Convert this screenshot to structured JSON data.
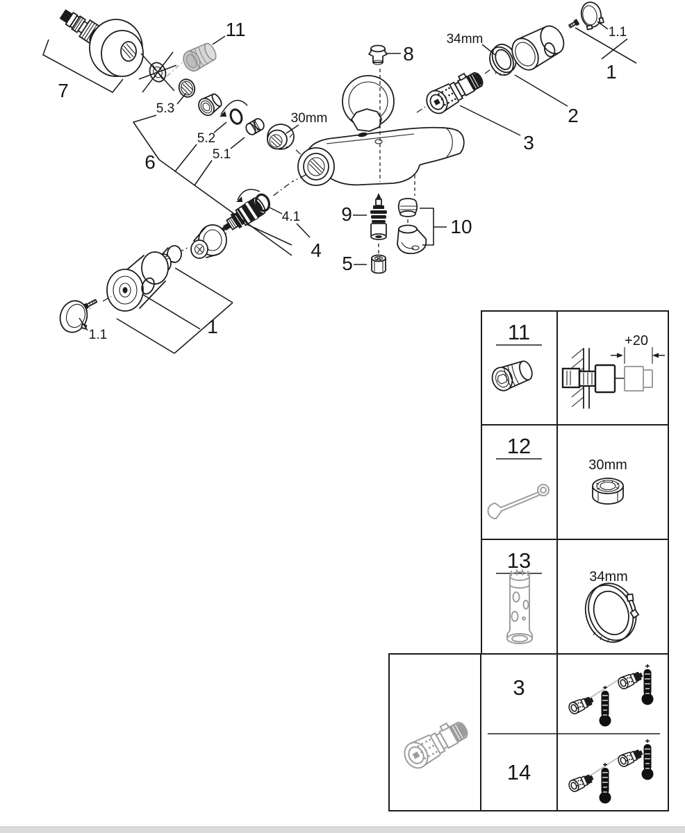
{
  "page": {
    "background": "#ffffff",
    "bottom_bar_color": "#dbdbdb"
  },
  "diagram": {
    "kind": "exploded-parts-diagram",
    "subject": "wall-mounted thermostatic bath/shower mixer",
    "labels": {
      "part7": "7",
      "part11": "11",
      "part5_3": "5.3",
      "part5_2": "5.2",
      "part5_1": "5.1",
      "part6": "6",
      "dim30": "30mm",
      "part8": "8",
      "dim34": "34mm",
      "part1_1_top": "1.1",
      "part1_top": "1",
      "part2": "2",
      "part3": "3",
      "part4_1": "4.1",
      "part4": "4",
      "part9": "9",
      "part10": "10",
      "part5": "5",
      "part1_bottom": "1",
      "part1_1_bottom": "1.1"
    },
    "table": {
      "rows": [
        {
          "part_no": "11",
          "note": "+20"
        },
        {
          "part_no": "12",
          "note": "30mm"
        },
        {
          "part_no": "13",
          "note": "34mm"
        }
      ],
      "lower": [
        {
          "part_no": "3"
        },
        {
          "part_no": "14"
        }
      ]
    }
  }
}
